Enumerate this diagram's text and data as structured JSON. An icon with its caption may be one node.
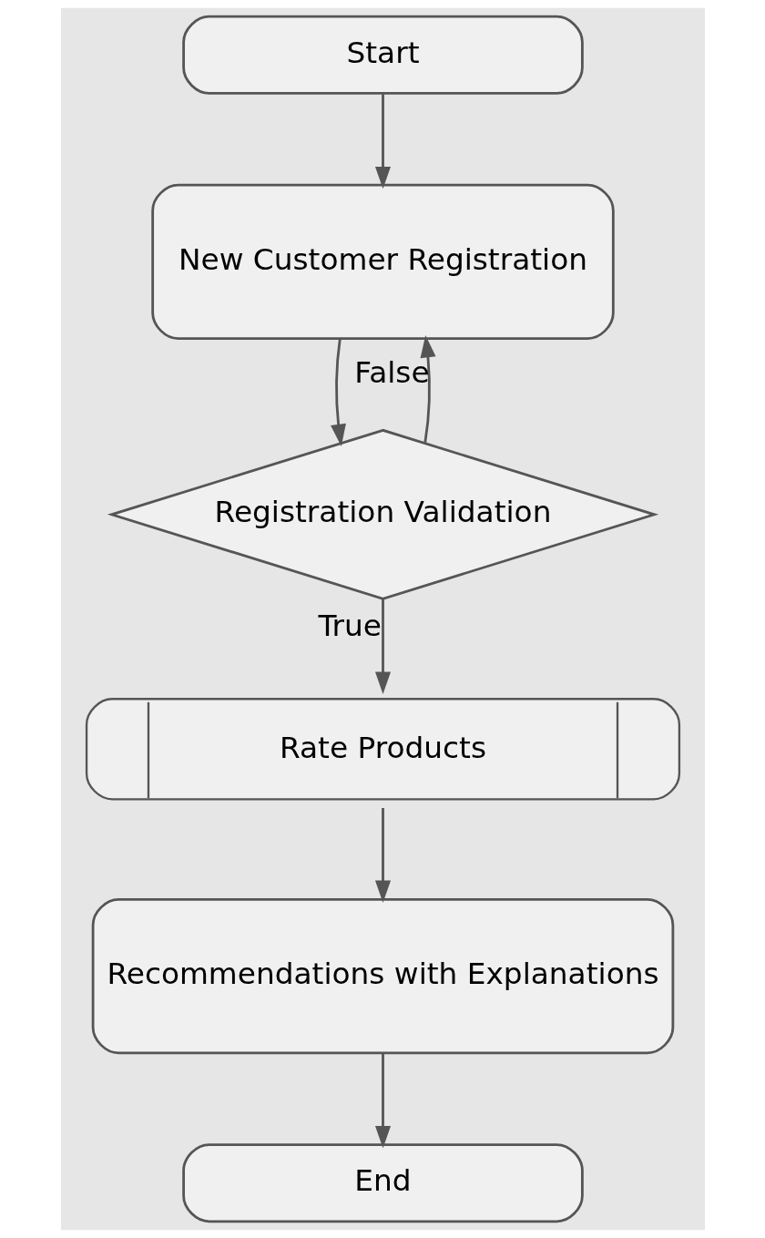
{
  "diagram": {
    "nodes": [
      {
        "text": [
          "Start"
        ]
      },
      {
        "text": [
          "New Customer Registration"
        ]
      },
      {
        "text": [
          "Registration Validation"
        ]
      },
      {
        "text": [
          "Rate Products"
        ]
      },
      {
        "text": [
          "Recommendations with Explanations"
        ]
      },
      {
        "text": [
          "End"
        ]
      }
    ],
    "edges": [
      {
        "from": 0,
        "to": 1,
        "arrow": "to"
      },
      {
        "from": 1,
        "to": 2,
        "arrow": "to"
      },
      {
        "from": 2,
        "to": 1,
        "arrow": "to",
        "label": "False"
      },
      {
        "from": 2,
        "to": 3,
        "arrow": "to",
        "label": "True"
      },
      {
        "from": 3,
        "to": 4,
        "arrow": "to"
      },
      {
        "from": 4,
        "to": 5,
        "arrow": "to"
      }
    ]
  }
}
